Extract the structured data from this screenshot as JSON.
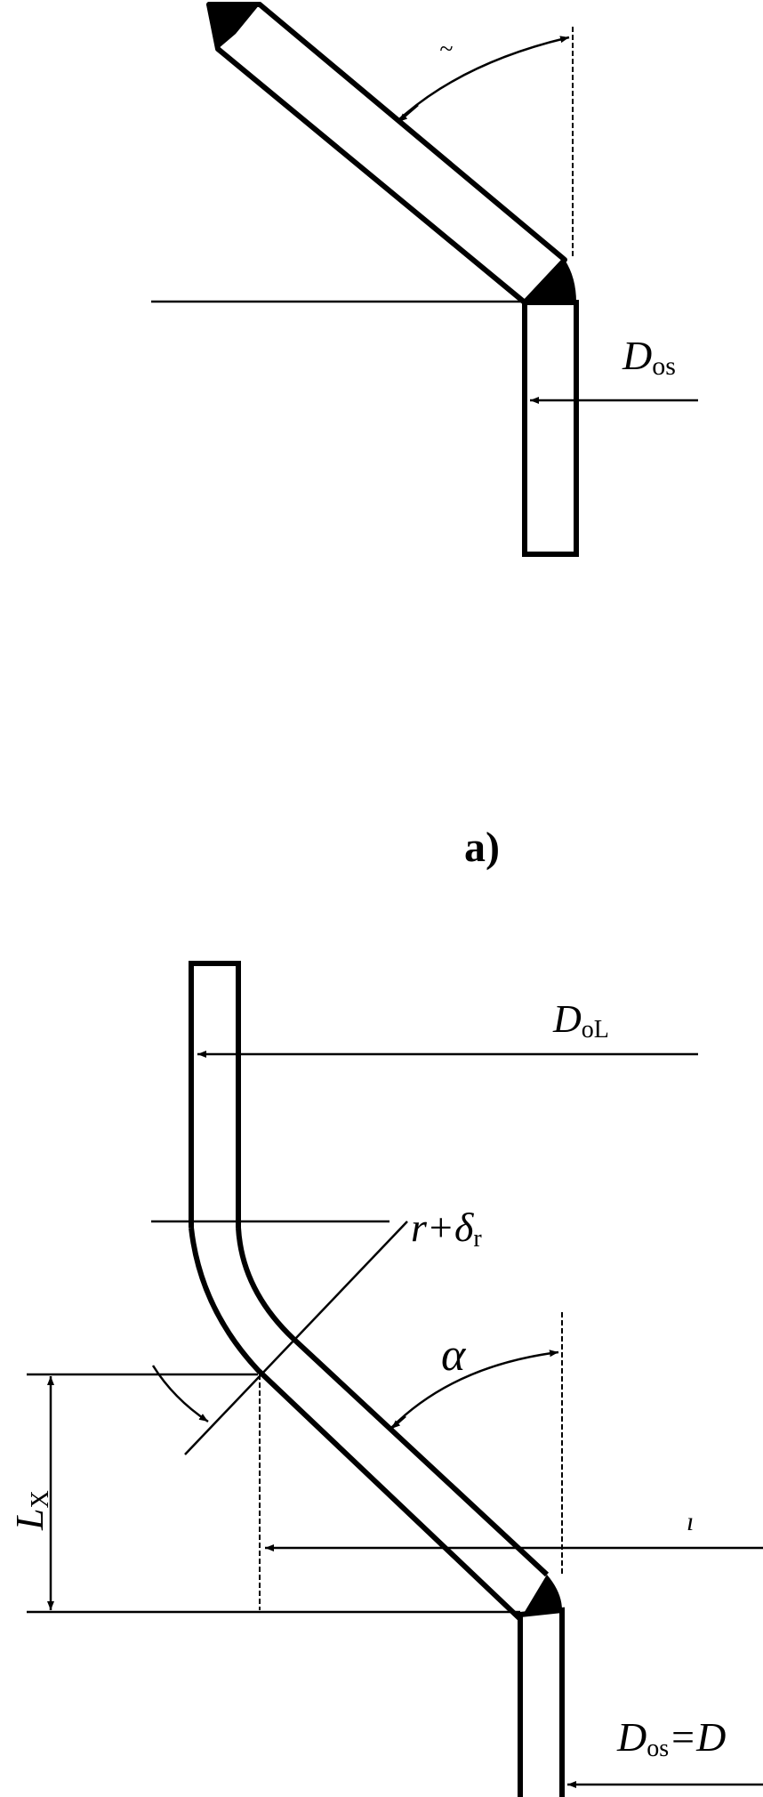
{
  "figure_a": {
    "caption": "a)",
    "label_outer_diameter": "D",
    "label_outer_diameter_sub": "os"
  },
  "figure_b": {
    "label_large_diameter": "D",
    "label_large_diameter_sub": "oL",
    "label_radius": "r+δ",
    "label_radius_sub": "r",
    "label_angle": "α",
    "label_length": "L",
    "label_length_sub": "X",
    "label_bottom": "D",
    "label_bottom_sub": "os",
    "label_bottom_eq": "=D"
  }
}
